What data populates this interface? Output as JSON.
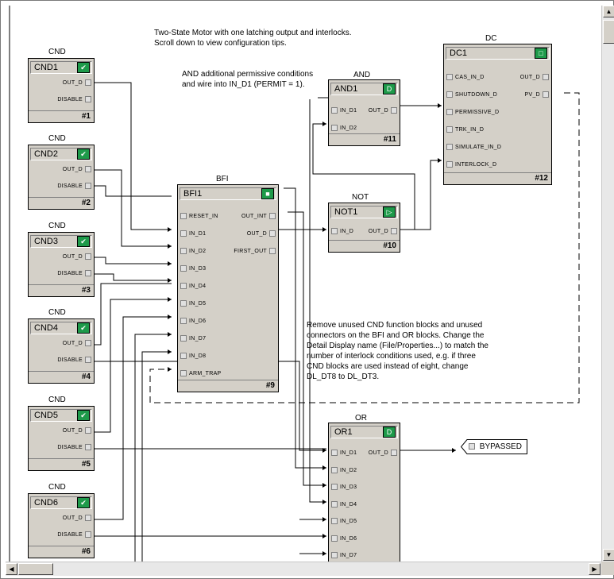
{
  "notes": {
    "top": [
      "Two-State Motor with one latching output and  interlocks.",
      "Scroll down to view configuration tips."
    ],
    "and_note": [
      "AND additional permissive conditions",
      "and wire into IN_D1 (PERMIT = 1)."
    ],
    "remove_note": [
      "Remove unused CND function blocks and unused",
      "connectors on the BFI and OR blocks.  Change the",
      "Detail Display name (File/Properties...) to match the",
      "number of interlock conditions used, e.g. if three",
      "CND blocks are used instead of eight, change",
      "DL_DT8 to DL_DT3."
    ]
  },
  "cnd_blocks": [
    {
      "type": "CND",
      "name": "CND1",
      "pins": [
        "OUT_D",
        "DISABLE"
      ],
      "number": "#1"
    },
    {
      "type": "CND",
      "name": "CND2",
      "pins": [
        "OUT_D",
        "DISABLE"
      ],
      "number": "#2"
    },
    {
      "type": "CND",
      "name": "CND3",
      "pins": [
        "OUT_D",
        "DISABLE"
      ],
      "number": "#3"
    },
    {
      "type": "CND",
      "name": "CND4",
      "pins": [
        "OUT_D",
        "DISABLE"
      ],
      "number": "#4"
    },
    {
      "type": "CND",
      "name": "CND5",
      "pins": [
        "OUT_D",
        "DISABLE"
      ],
      "number": "#5"
    },
    {
      "type": "CND",
      "name": "CND6",
      "pins": [
        "OUT_D",
        "DISABLE"
      ],
      "number": "#6"
    }
  ],
  "bfi": {
    "type": "BFI",
    "name": "BFI1",
    "number": "#9",
    "left_pins": [
      "RESET_IN",
      "IN_D1",
      "IN_D2",
      "IN_D3",
      "IN_D4",
      "IN_D5",
      "IN_D6",
      "IN_D7",
      "IN_D8",
      "ARM_TRAP"
    ],
    "right_pins": [
      "OUT_INT",
      "OUT_D",
      "FIRST_OUT"
    ]
  },
  "and": {
    "type": "AND",
    "name": "AND1",
    "number": "#11",
    "left_pins": [
      "IN_D1",
      "IN_D2"
    ],
    "right_pins": [
      "OUT_D"
    ]
  },
  "not": {
    "type": "NOT",
    "name": "NOT1",
    "number": "#10",
    "left_pins": [
      "IN_D"
    ],
    "right_pins": [
      "OUT_D"
    ]
  },
  "dc": {
    "type": "DC",
    "name": "DC1",
    "number": "#12",
    "left_pins": [
      "CAS_IN_D",
      "SHUTDOWN_D",
      "PERMISSIVE_D",
      "TRK_IN_D",
      "SIMULATE_IN_D",
      "INTERLOCK_D"
    ],
    "right_pins": [
      "OUT_D",
      "PV_D"
    ]
  },
  "or": {
    "type": "OR",
    "name": "OR1",
    "left_pins": [
      "IN_D1",
      "IN_D2",
      "IN_D3",
      "IN_D4",
      "IN_D5",
      "IN_D6",
      "IN_D7"
    ],
    "right_pins": [
      "OUT_D"
    ]
  },
  "output_tag": {
    "label": "BYPASSED"
  },
  "icons": {
    "cnd": "cnd-block-icon",
    "bfi": "bfi-block-icon",
    "and": "and-gate-icon",
    "not": "not-gate-icon",
    "dc": "dc-block-icon",
    "or": "or-gate-icon"
  },
  "colors": {
    "block_fill": "#d4d0c8",
    "icon_green": "#1e9a4a",
    "wire": "#000000"
  }
}
